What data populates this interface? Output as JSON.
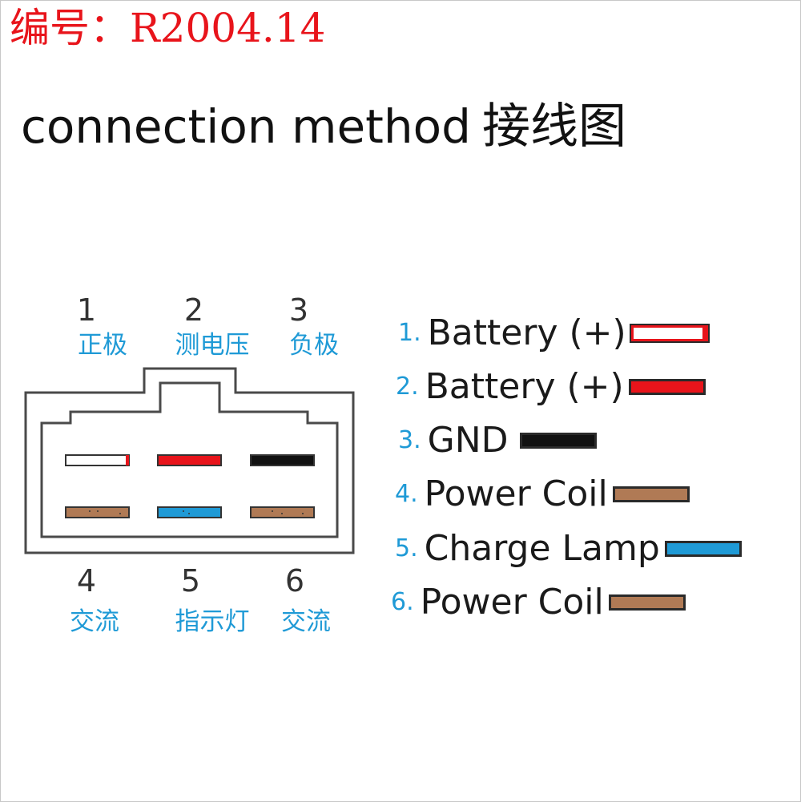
{
  "header": {
    "code": "编号：R2004.14",
    "title": "connection method",
    "title_zh": "接线图"
  },
  "connector": {
    "top_pins": [
      {
        "number": "1",
        "label": "正极"
      },
      {
        "number": "2",
        "label": "测电压"
      },
      {
        "number": "3",
        "label": "负极"
      }
    ],
    "bottom_pins": [
      {
        "number": "4",
        "label": "交流"
      },
      {
        "number": "5",
        "label": "指示灯"
      },
      {
        "number": "6",
        "label": "交流"
      }
    ],
    "pin_colors": {
      "1": {
        "fill": "#ffffff",
        "stripe": "#e8141b"
      },
      "2": {
        "fill": "#e8141b"
      },
      "3": {
        "fill": "#111111"
      },
      "4": {
        "fill": "#b07a55"
      },
      "5": {
        "fill": "#1f9ad6"
      },
      "6": {
        "fill": "#b07a55"
      }
    }
  },
  "legend": [
    {
      "number": "1.",
      "label": "Battery (+)",
      "color": "#ffffff",
      "stripe": "#e8141b"
    },
    {
      "number": "2.",
      "label": "Battery (+)",
      "color": "#e8141b"
    },
    {
      "number": "3.",
      "label": "GND",
      "color": "#111111"
    },
    {
      "number": "4.",
      "label": "Power Coil",
      "color": "#b07a55"
    },
    {
      "number": "5.",
      "label": "Charge Lamp",
      "color": "#1f9ad6"
    },
    {
      "number": "6.",
      "label": "Power Coil",
      "color": "#b07a55"
    }
  ]
}
